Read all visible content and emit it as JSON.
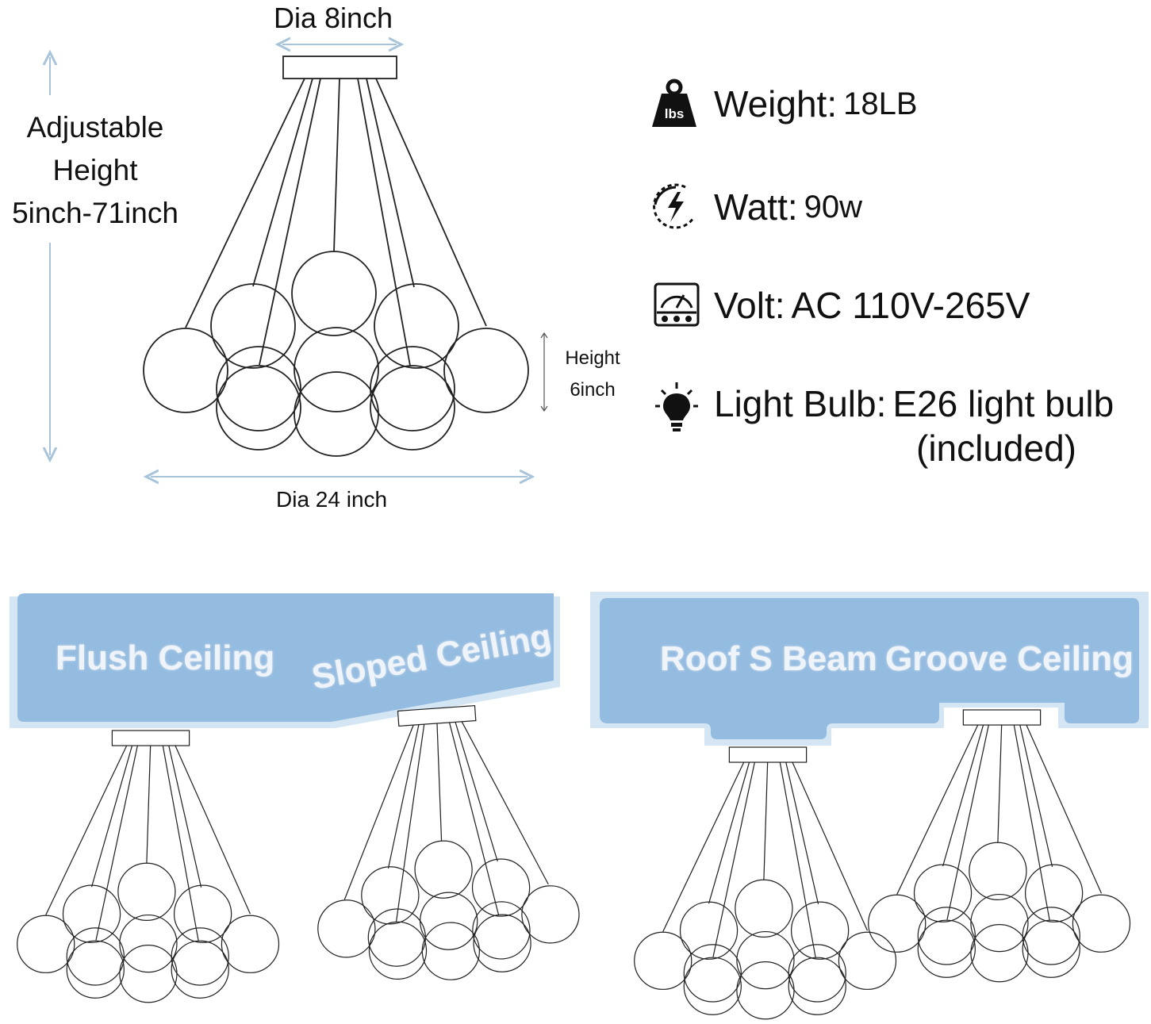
{
  "dimensions": {
    "canopy_diameter": "Dia 8inch",
    "adjustable_height": [
      "Adjustable",
      "Height",
      "5inch-71inch"
    ],
    "ball_height": [
      "Height",
      "6inch"
    ],
    "overall_diameter": "Dia 24 inch"
  },
  "specs": [
    {
      "icon": "weight-lbs-icon",
      "label": "Weight:",
      "value": "18LB"
    },
    {
      "icon": "lightning-bolt-icon",
      "label": "Watt:",
      "value": "90w"
    },
    {
      "icon": "volt-meter-icon",
      "label": "Volt:",
      "value": "AC 110V-265V"
    },
    {
      "icon": "light-bulb-icon",
      "label": "Light Bulb:",
      "value": "E26 light bulb",
      "note": "(included)"
    }
  ],
  "icon_text": {
    "weight": "lbs"
  },
  "installations": [
    "Flush Ceiling",
    "Sloped Ceiling",
    "Roof S Beam",
    "Groove Ceiling"
  ],
  "colors": {
    "band_fill": "#94bbe0",
    "band_border": "#d4e6f4",
    "dimension_line": "#a8c4da",
    "band_text": "#eef4f9"
  }
}
